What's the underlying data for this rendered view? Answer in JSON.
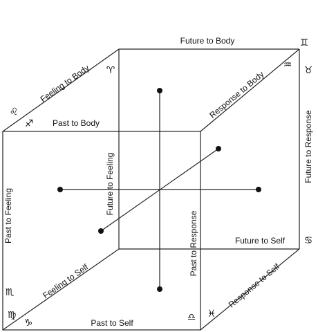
{
  "edges": {
    "front_top": "Past to Body",
    "front_bottom": "Past to Self",
    "front_left": "Past to Feeling",
    "front_right": "Past to  Response",
    "back_top": "Future to Body",
    "back_bottom": "Future to Self",
    "back_left": "Future  to Feeling",
    "back_right": "Future to Response",
    "top_left_diag": "Feeling to Body",
    "top_right_diag": "Response to Body",
    "bottom_left_diag": "Feeling to Self",
    "bottom_right_diag": "Response to Self"
  },
  "symbols": {
    "leo": "♌",
    "sagittarius": "♐",
    "aries": "♈",
    "gemini": "♊",
    "aquarius": "♒",
    "taurus": "♉",
    "cancer": "♋",
    "libra": "♎",
    "pisces": "♓",
    "scorpio": "♏",
    "virgo": "♍",
    "capricorn": "♑"
  }
}
